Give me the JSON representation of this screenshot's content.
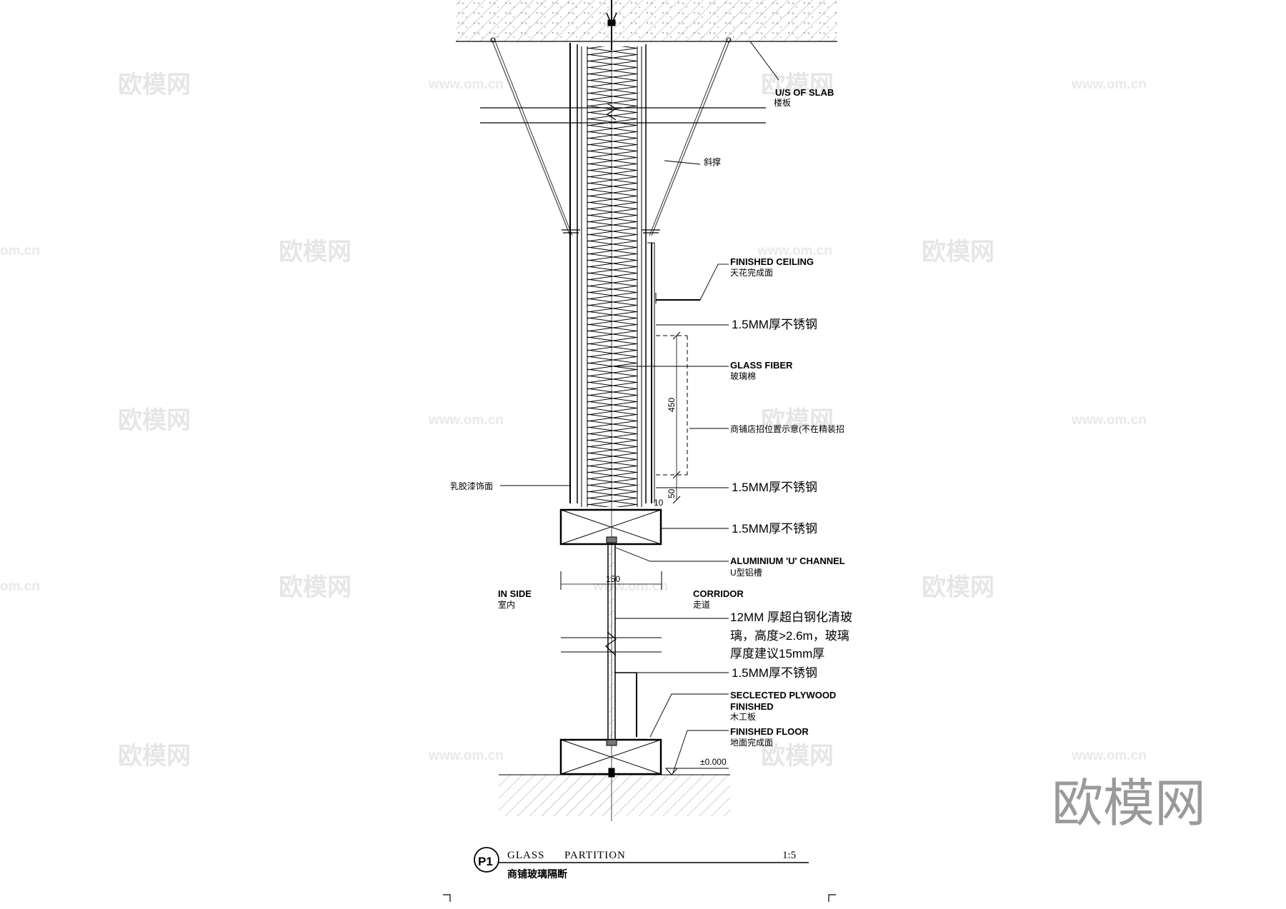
{
  "title": {
    "badge": "P1",
    "name_en_1": "GLASS",
    "name_en_2": "PARTITION",
    "name_cn": "商铺玻璃隔断",
    "scale": "1:5"
  },
  "labels": {
    "slab_en": "U/S OF SLAB",
    "slab_cn": "楼板",
    "brace_cn": "斜撑",
    "ceiling_en": "FINISHED CEILING",
    "ceiling_cn": "天花完成面",
    "steel_1": "1.5MM厚不锈钢",
    "fiber_en": "GLASS FIBER",
    "fiber_cn": "玻璃棉",
    "signage_cn": "商铺店招位置示意(不在精装招",
    "latex_cn": "乳胶漆饰面",
    "steel_2": "1.5MM厚不锈钢",
    "steel_3": "1.5MM厚不锈钢",
    "channel_en": "ALUMINIUM 'U' CHANNEL",
    "channel_cn": "U型铝槽",
    "inside_en": "IN SIDE",
    "inside_cn": "室内",
    "corridor_en": "CORRIDOR",
    "corridor_cn": "走道",
    "glass_line1": "12MM 厚超白钢化清玻",
    "glass_line2": "璃，高度>2.6m，玻璃",
    "glass_line3": "厚度建议15mm厚",
    "steel_4": "1.5MM厚不锈钢",
    "plywood_en_1": "SECLECTED PLYWOOD",
    "plywood_en_2": "FINISHED",
    "plywood_cn": "木工板",
    "floor_en": "FINISHED FLOOR",
    "floor_cn": "地面完成面",
    "level": "±0.000"
  },
  "dimensions": {
    "d450": "450",
    "d50": "50",
    "d10": "10",
    "d150": "150"
  },
  "watermark": {
    "brand_cn": "欧模网",
    "url": "www.om.cn",
    "url_partial": "om.cn"
  },
  "colors": {
    "line": "#000000",
    "hatch": "#888888",
    "watermark": "#e6e6e6"
  }
}
